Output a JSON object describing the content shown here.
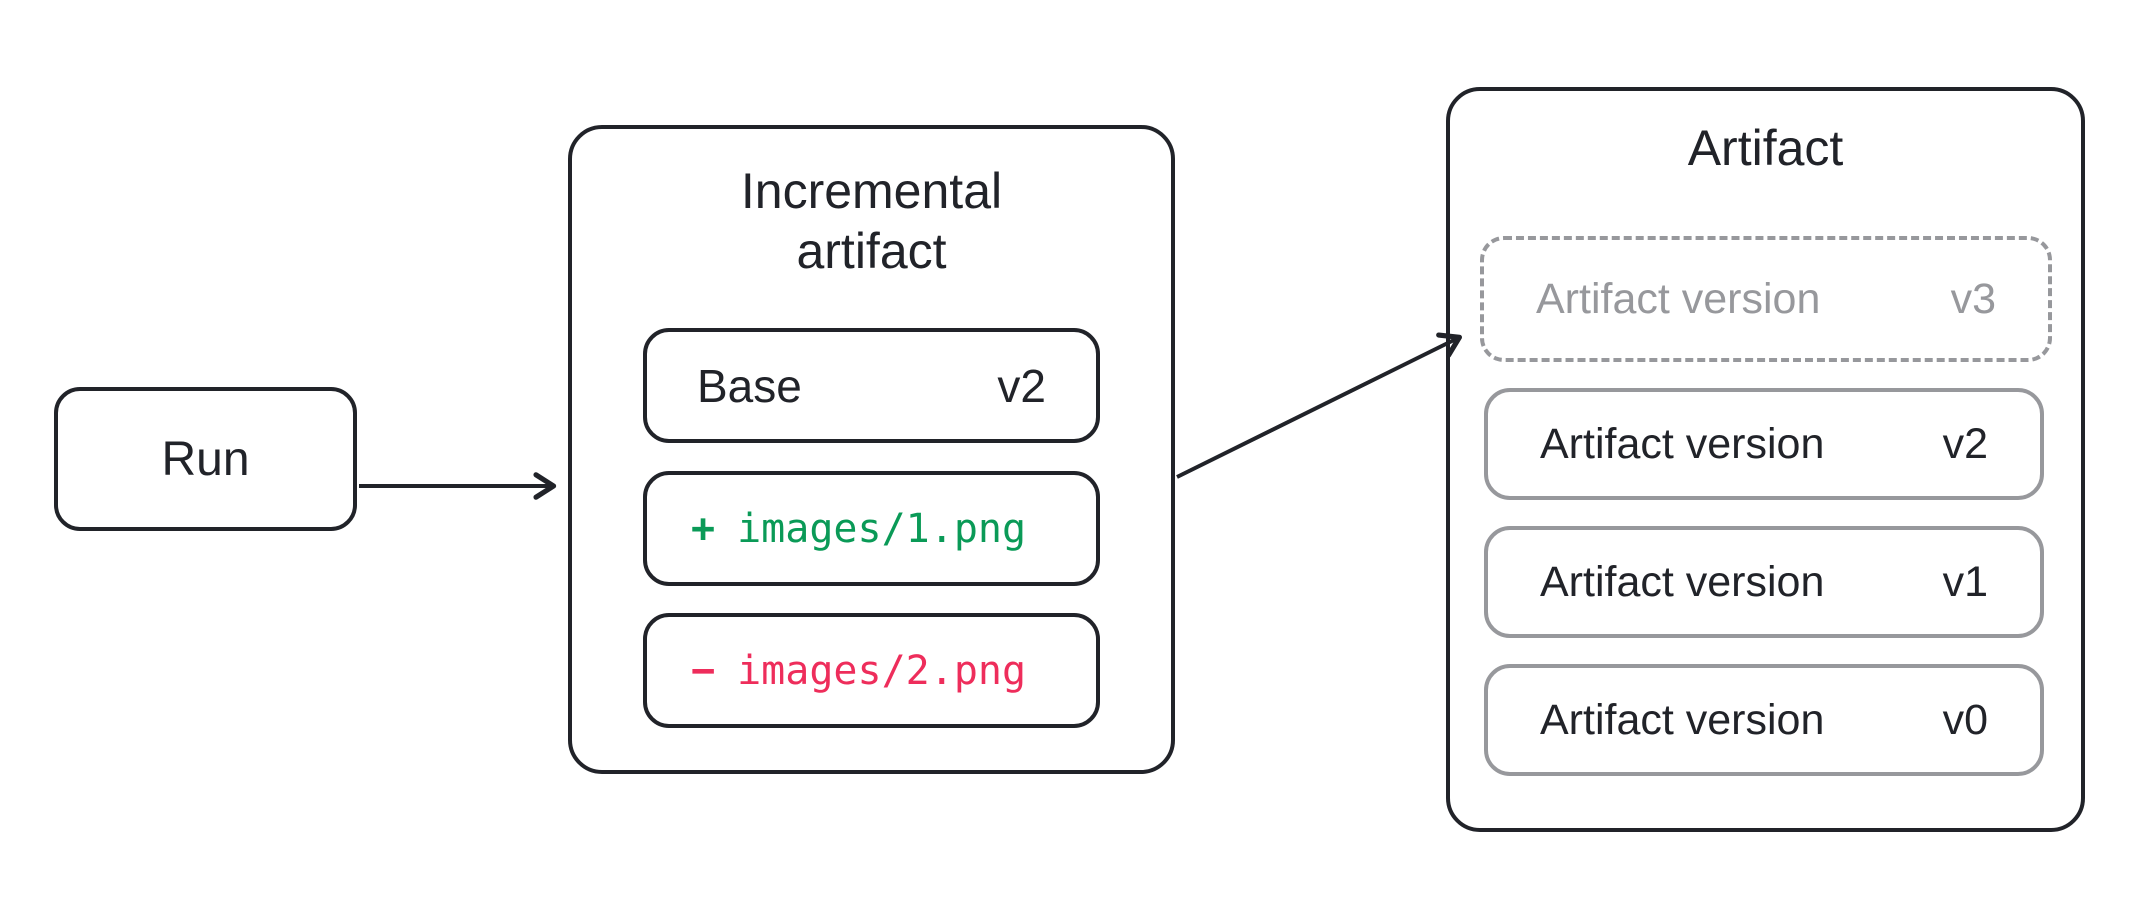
{
  "diagram": {
    "run": {
      "label": "Run"
    },
    "incremental": {
      "title_line1": "Incremental",
      "title_line2": "artifact",
      "base_row": {
        "label": "Base",
        "version": "v2"
      },
      "added_row": {
        "sign": "+",
        "path": "images/1.png"
      },
      "removed_row": {
        "sign": "−",
        "path": "images/2.png"
      }
    },
    "artifact": {
      "title": "Artifact",
      "pending_version": {
        "label": "Artifact version",
        "version": "v3"
      },
      "versions": [
        {
          "label": "Artifact version",
          "version": "v2"
        },
        {
          "label": "Artifact version",
          "version": "v1"
        },
        {
          "label": "Artifact version",
          "version": "v0"
        }
      ]
    },
    "colors": {
      "ink": "#212329",
      "gray": "#97989c",
      "green": "#0a9a57",
      "red": "#ee2d5b",
      "background": "#ffffff"
    }
  }
}
